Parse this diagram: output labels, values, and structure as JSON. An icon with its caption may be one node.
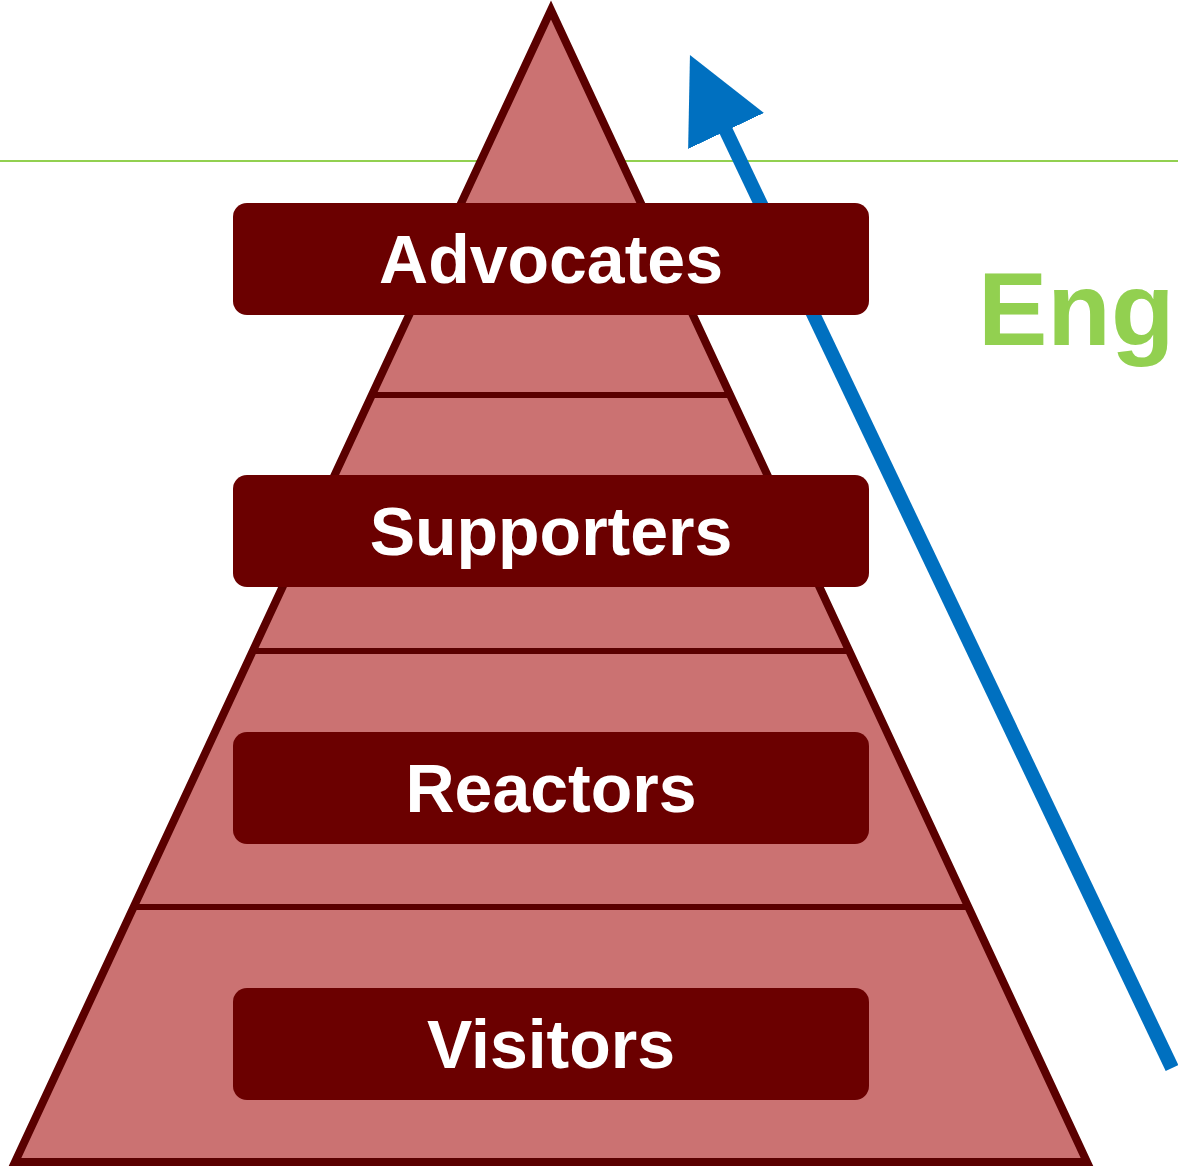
{
  "diagram": {
    "nodes": [
      {
        "text": [
          "Advocates"
        ]
      },
      {
        "text": [
          "Supporters"
        ]
      },
      {
        "text": [
          "Reactors"
        ]
      },
      {
        "text": [
          "Visitors"
        ]
      }
    ],
    "labels": [
      "Eng"
    ]
  }
}
